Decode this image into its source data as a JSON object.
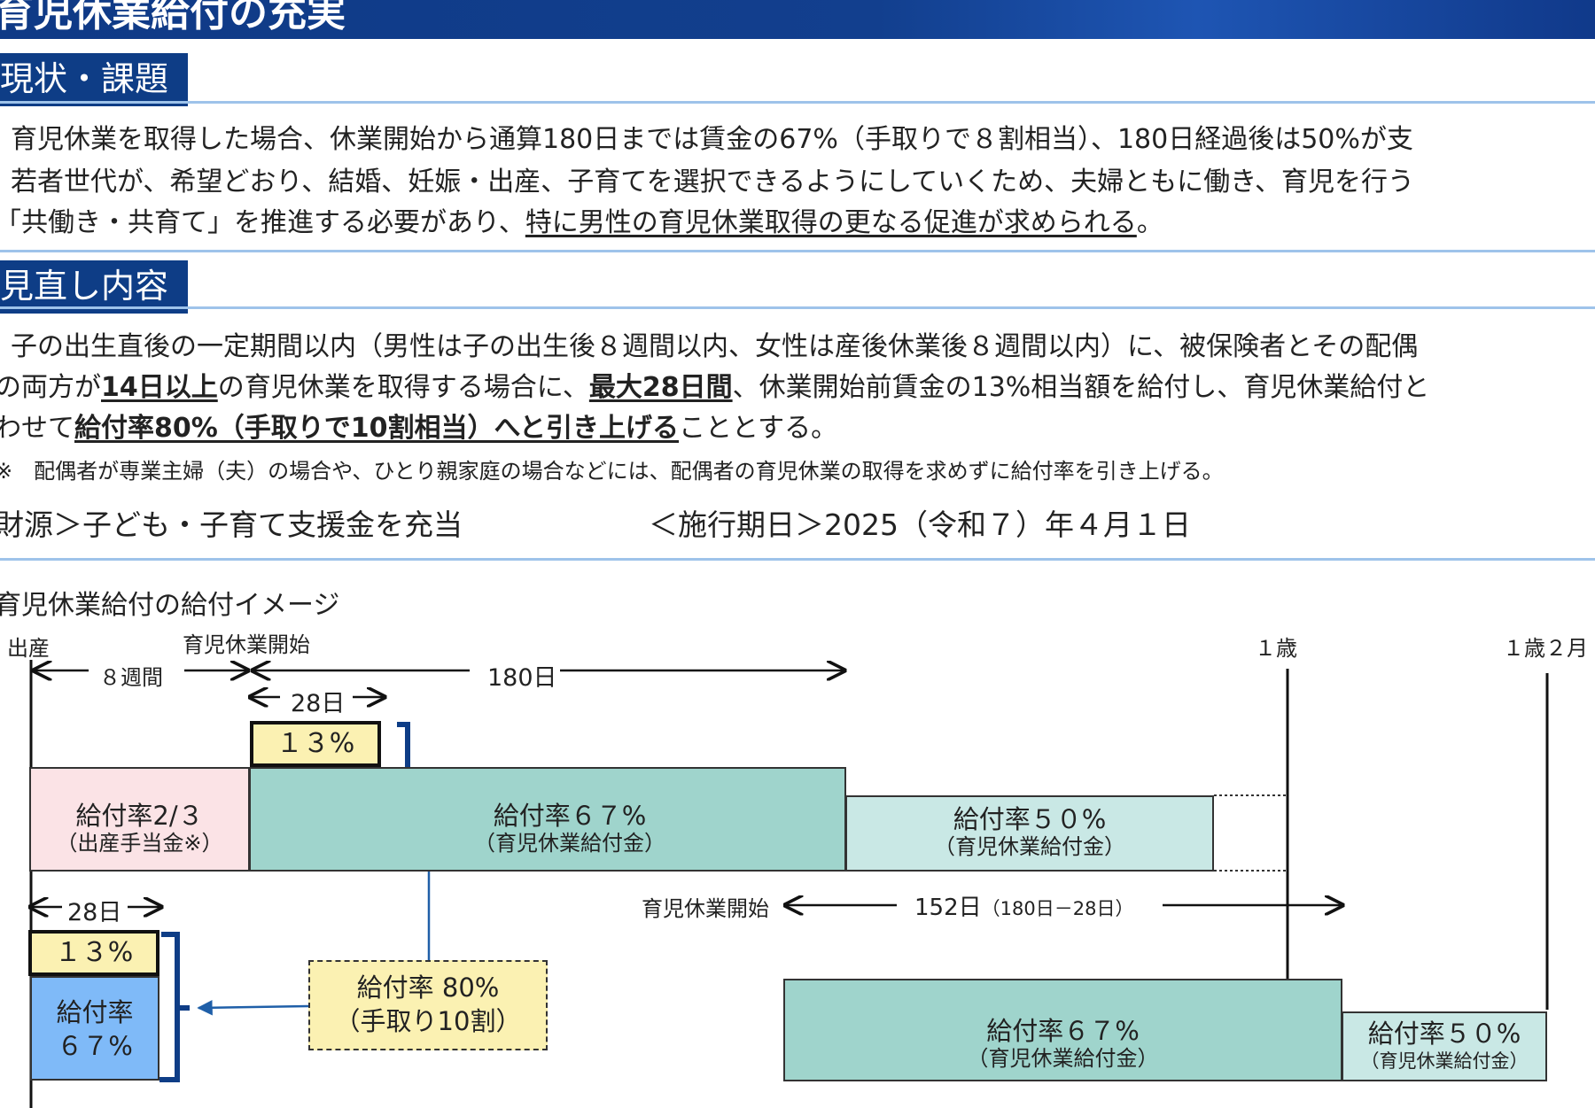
{
  "header": {
    "title": "育児休業給付の充実"
  },
  "section1": {
    "label": "現状・課題",
    "line1": "育児休業を取得した場合、休業開始から通算180日までは賃金の67%（手取りで８割相当）、180日経過後は50%が支",
    "line2": "若者世代が、希望どおり、結婚、妊娠・出産、子育てを選択できるようにしていくため、夫婦ともに働き、育児を行う",
    "line3_a": "「共働き・共育て」を推進する必要があり、",
    "line3_u": "特に男性の育児休業取得の更なる促進が求められる",
    "line3_b": "。"
  },
  "section2": {
    "label": "見直し内容",
    "line1": "子の出生直後の一定期間以内（男性は子の出生後８週間以内、女性は産後休業後８週間以内）に、被保険者とその配偶",
    "line2_a": "の両方が",
    "line2_b": "14日以上",
    "line2_c": "の育児休業を取得する場合に、",
    "line2_d": "最大28日間",
    "line2_e": "、休業開始前賃金の13%相当額を給付し、育児休業給付と",
    "line3_a": "わせて",
    "line3_b": "給付率80%（手取りで10割相当）へと引き上げる",
    "line3_c": "こととする。",
    "note": "※　配偶者が専業主婦（夫）の場合や、ひとり親家庭の場合などには、配偶者の育児休業の取得を求めずに給付率を引き上げる。",
    "funding": "財源＞子ども・子育て支援金を充当",
    "effective": "＜施行期日＞2025（令和７）年４月１日"
  },
  "diagram": {
    "title": "育児休業給付の給付イメージ",
    "birth": "出産",
    "leave_start": "育児休業開始",
    "age1": "１歳",
    "age1_2m": "１歳２月",
    "weeks8": "８週間",
    "days180": "180日",
    "days28_top": "28日",
    "days28_bottom": "28日",
    "pct13_top": "１３%",
    "pct13_bottom": "１３%",
    "box_maternity_l1": "給付率2/３",
    "box_maternity_l2": "（出産手当金※）",
    "box_67_top_l1": "給付率６７%",
    "box_67_top_l2": "（育児休業給付金）",
    "box_50_top_l1": "給付率５０%",
    "box_50_top_l2": "（育児休業給付金）",
    "leave_start_2": "育児休業開始",
    "days152": "152日",
    "days152_note": "（180日－28日）",
    "box_67_small_l1": "給付率",
    "box_67_small_l2": "６７%",
    "callout_l1": "給付率 80%",
    "callout_l2": "（手取り10割）",
    "box_67_bottom_l1": "給付率６７%",
    "box_67_bottom_l2": "（育児休業給付金）",
    "box_50_bottom_l1": "給付率５０%",
    "box_50_bottom_l2": "（育児休業給付金）",
    "colors": {
      "pink": "#fbe3e6",
      "teal": "#9fd4cc",
      "light_teal": "#c9e8e5",
      "blue": "#7fbaf8",
      "yellow": "#fbf1b2",
      "navy": "#0e3d86"
    }
  }
}
